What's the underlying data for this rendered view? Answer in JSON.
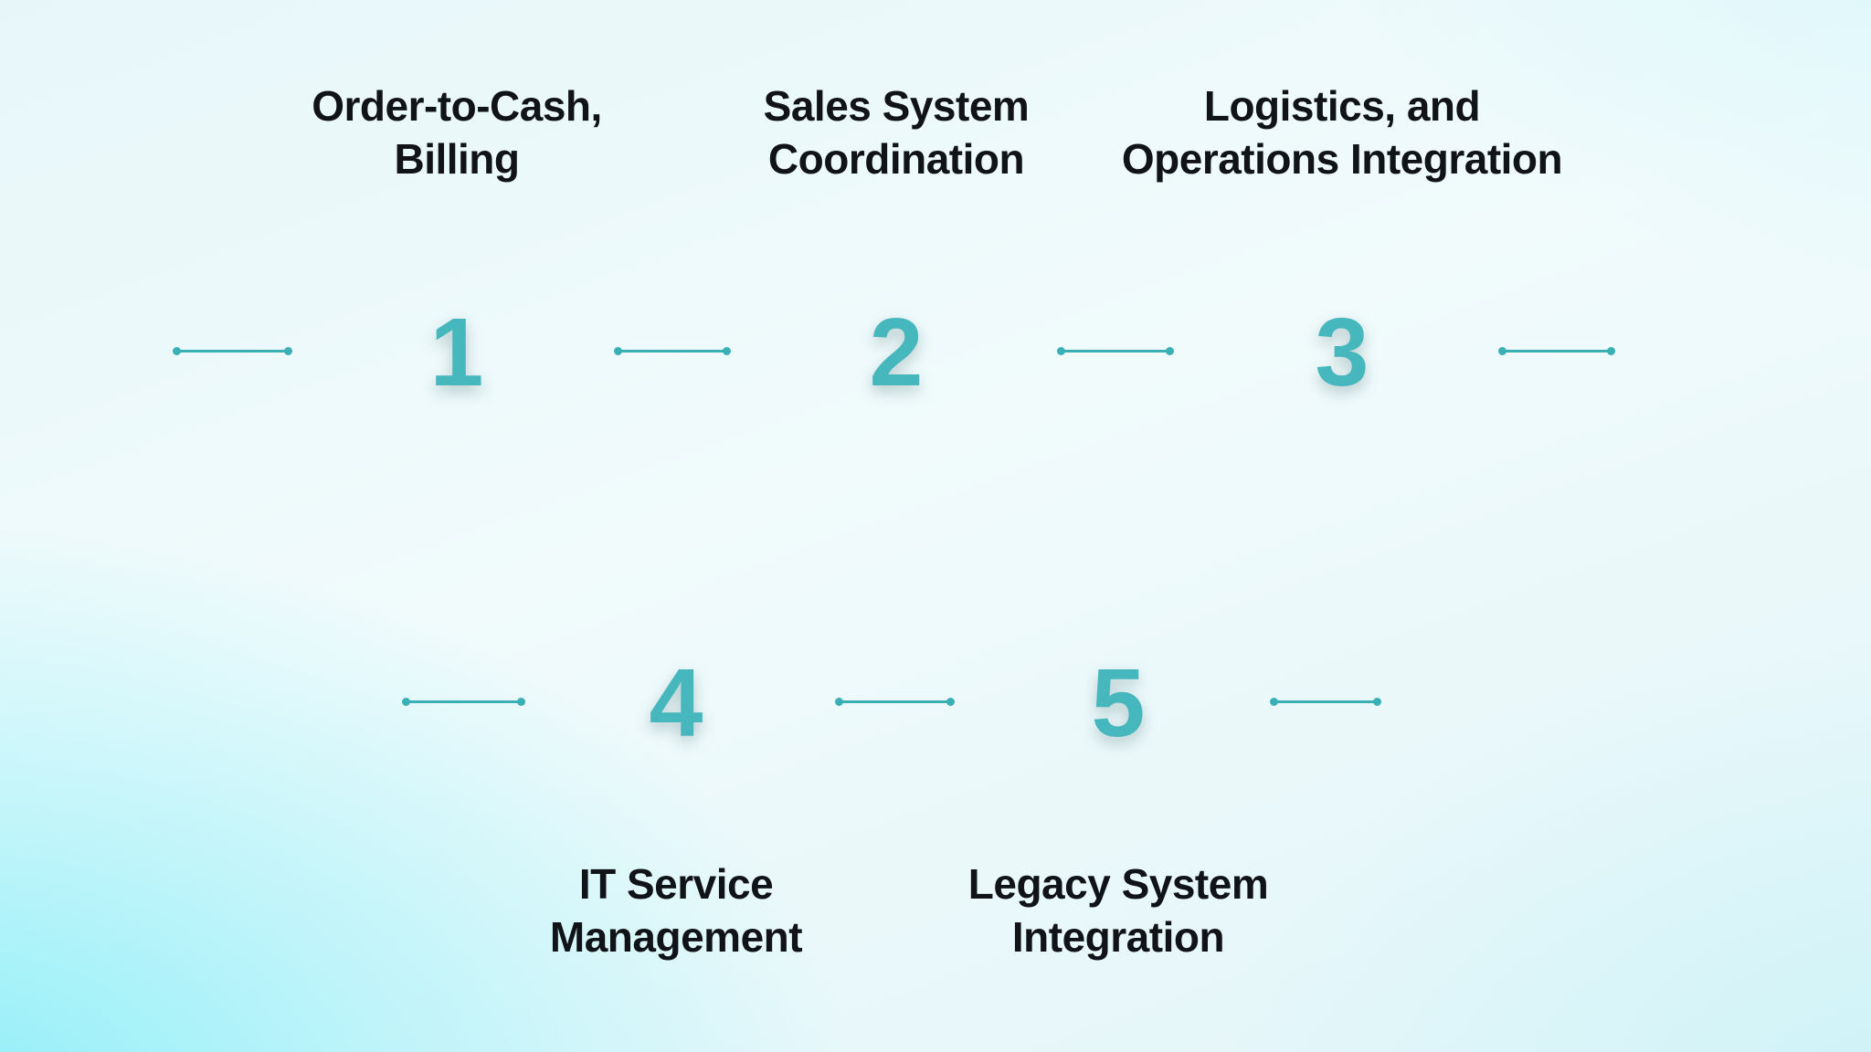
{
  "diagram": {
    "type": "numbered-hexagon-process",
    "step_count": 5,
    "steps": [
      {
        "number": "1",
        "label": "Order-to-Cash,\nBilling",
        "label_position": "above"
      },
      {
        "number": "2",
        "label": "Sales System\nCoordination",
        "label_position": "above"
      },
      {
        "number": "3",
        "label": "Logistics, and\nOperations Integration",
        "label_position": "above"
      },
      {
        "number": "4",
        "label": "IT Service\nManagement",
        "label_position": "below"
      },
      {
        "number": "5",
        "label": "Legacy System\nIntegration",
        "label_position": "below"
      }
    ],
    "colors": {
      "hexagon_ring_teal": "#3aacb2",
      "hexagon_ring_shadow_dark": "#0b3236",
      "hexagon_face": "#ffffff",
      "number_teal": "#47b7be",
      "label_text": "#101418",
      "connector_teal": "#3ab0b6",
      "background_cyan_corner": "#a5f0f7",
      "background_light": "#f1fbfc"
    }
  }
}
